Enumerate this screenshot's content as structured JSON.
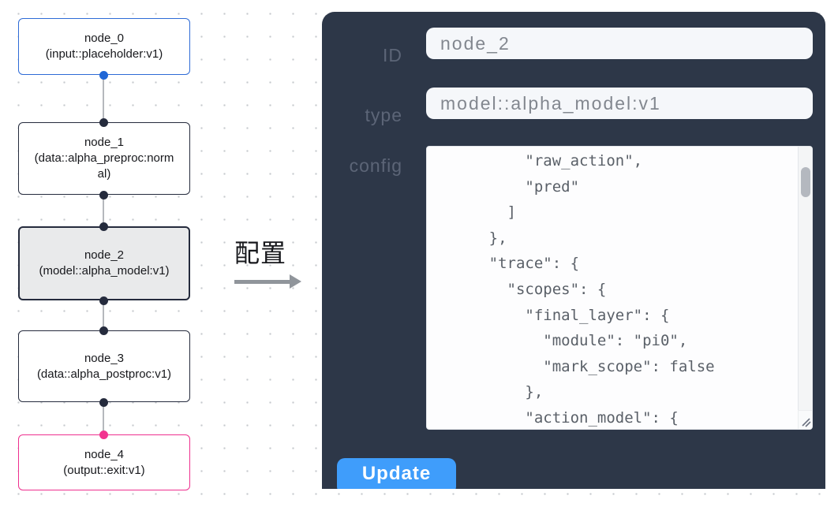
{
  "canvas": {
    "nodes": [
      {
        "id": "node_0",
        "type_label": "(input::placeholder:v1)",
        "role": "input"
      },
      {
        "id": "node_1",
        "type_label": "(data::alpha_preproc:normal)",
        "role": "processor"
      },
      {
        "id": "node_2",
        "type_label": "(model::alpha_model:v1)",
        "role": "model",
        "selected": true
      },
      {
        "id": "node_3",
        "type_label": "(data::alpha_postproc:v1)",
        "role": "processor"
      },
      {
        "id": "node_4",
        "type_label": "(output::exit:v1)",
        "role": "output"
      }
    ]
  },
  "transition": {
    "label": "配置"
  },
  "panel": {
    "id_field": {
      "label": "ID",
      "value": "node_2"
    },
    "type_field": {
      "label": "type",
      "value": "model::alpha_model:v1"
    },
    "config_field": {
      "label": "config",
      "value": "          \"raw_action\",\n          \"pred\"\n        ]\n      },\n      \"trace\": {\n        \"scopes\": {\n          \"final_layer\": {\n            \"module\": \"pi0\",\n            \"mark_scope\": false\n          },\n          \"action_model\": {"
    },
    "update_label": "Update"
  },
  "colors": {
    "input_node_accent": "#2e6bd6",
    "output_node_accent": "#ee2f8e",
    "default_node_border": "#252b3d",
    "selected_node_bg": "#e9eaeb",
    "edge": "#b5b8bd",
    "panel_bg": "#2d3748",
    "update_button_bg": "#3f9dfb"
  }
}
